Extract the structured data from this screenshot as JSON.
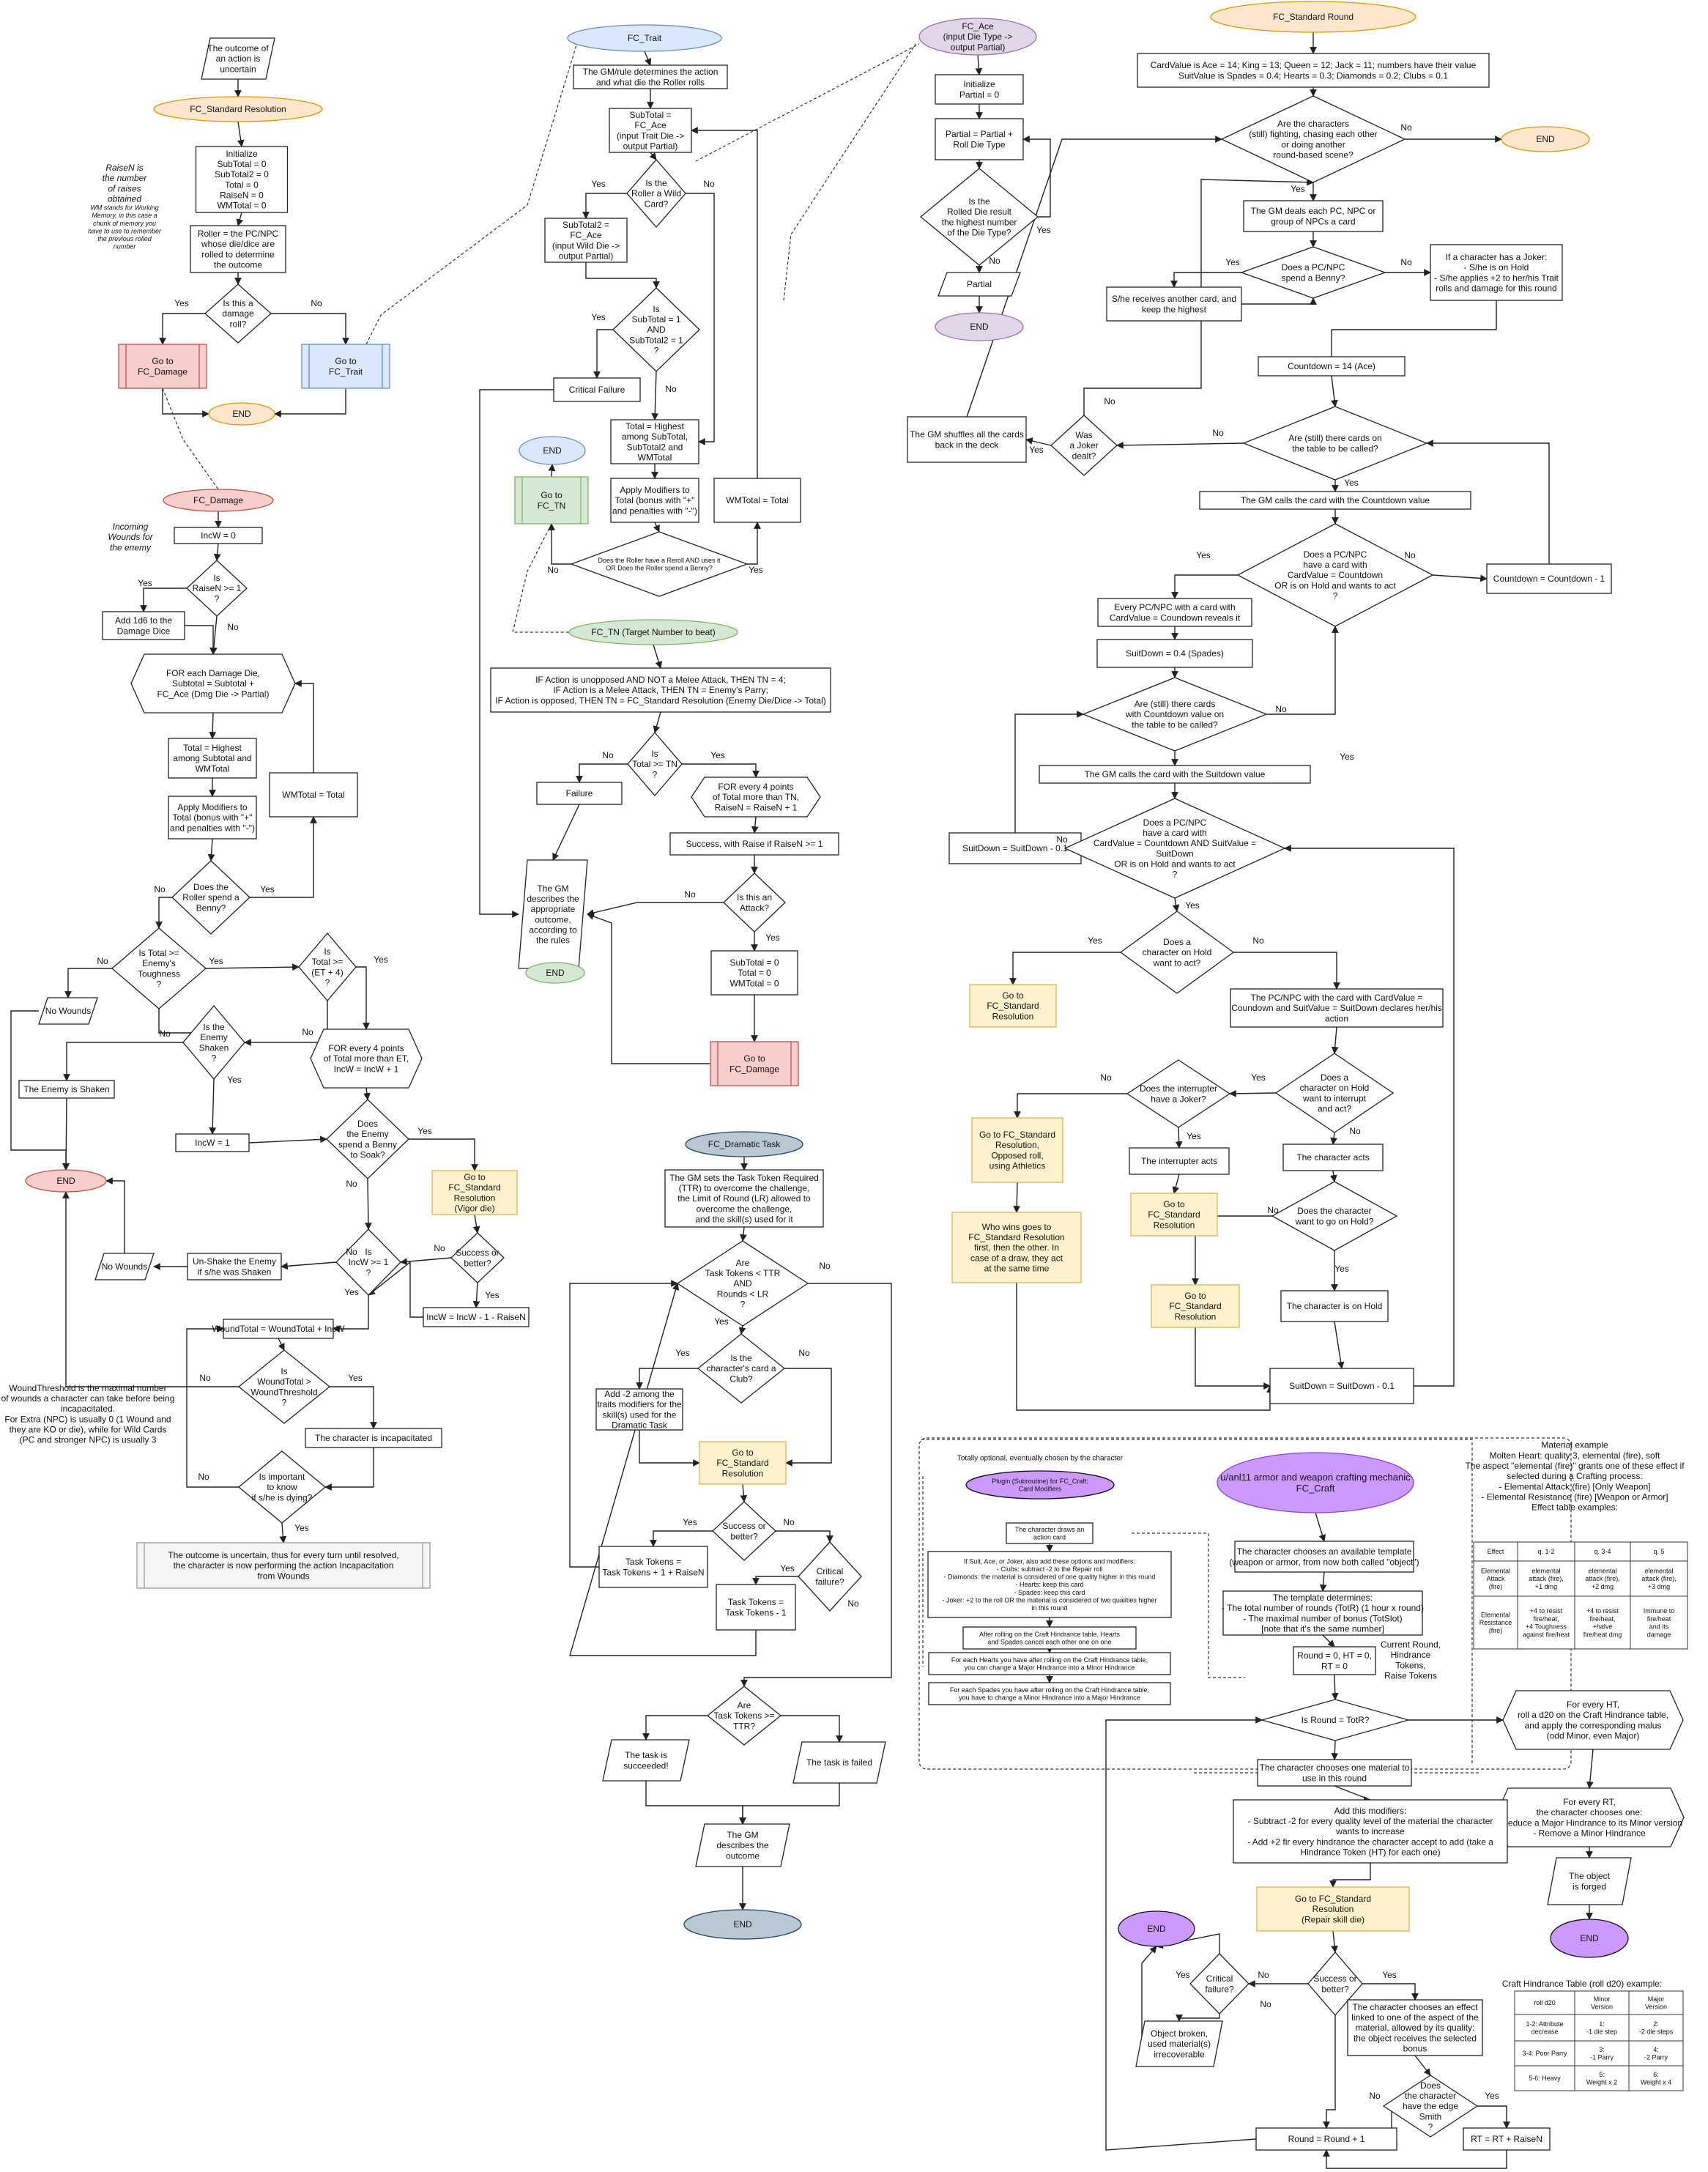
{
  "colors": {
    "line": "#222222",
    "box": "#ffffff",
    "start_orange": "#ffe6cc",
    "start_orange_stroke": "#d79b00",
    "blue": "#dae8fc",
    "blue_stroke": "#6c8ebf",
    "red": "#f8cecc",
    "red_stroke": "#b85450",
    "green": "#d5e8d4",
    "green_stroke": "#82b366",
    "yellow": "#fff2cc",
    "yellow_stroke": "#d6b656",
    "purple": "#e1d5e7",
    "purple_stroke": "#9673a6",
    "violet": "#cc99ff",
    "grey": "#bac8d3",
    "grey_stroke": "#23445d",
    "light_grey": "#f5f5f5"
  },
  "nodes": [
    {
      "id": "sr_io",
      "text": "The outcome of|an action is|uncertain"
    },
    {
      "id": "sr_title",
      "text": "FC_Standard Resolution"
    },
    {
      "id": "sr_note1",
      "text": "RaiseN is|the number|of raises|obtained"
    },
    {
      "id": "sr_note2",
      "text": "WM stands for Working|Memory, in this case a|chunk of memory you|have to use to remember|the previous rolled|number"
    },
    {
      "id": "sr_init",
      "text": "Initialize|SubTotal = 0|SubTotal2 = 0|Total = 0|RaiseN = 0|WMTotal = 0"
    },
    {
      "id": "sr_roller",
      "text": "Roller = the PC/NPC|whose die/dice are|rolled to determine|the outcome"
    },
    {
      "id": "sr_isdmg",
      "text": "Is this a|damage|roll?"
    },
    {
      "id": "sr_gotodmg",
      "text": "Go to|FC_Damage"
    },
    {
      "id": "sr_gototrait",
      "text": "Go to|FC_Trait"
    },
    {
      "id": "sr_end",
      "text": "END"
    },
    {
      "id": "dm_title",
      "text": "FC_Damage"
    },
    {
      "id": "dm_note",
      "text": "Incoming|Wounds for|the enemy"
    },
    {
      "id": "dm_incw0",
      "text": "IncW = 0"
    },
    {
      "id": "dm_raise1",
      "text": "Is|RaiseN >= 1|?"
    },
    {
      "id": "dm_add1d6",
      "text": "Add 1d6 to the|Damage Dice"
    },
    {
      "id": "dm_foreach",
      "text": "FOR each Damage Die,|Subtotal = Subtotal +|FC_Ace (Dmg Die -> Partial)"
    },
    {
      "id": "dm_total",
      "text": "Total = Highest|among Subtotal and|WMTotal"
    },
    {
      "id": "dm_wm",
      "text": "WMTotal = Total"
    },
    {
      "id": "dm_apply",
      "text": "Apply Modifiers to|Total (bonus with \"+\"|and penalties with \"-\")"
    },
    {
      "id": "dm_benny",
      "text": "Does the|Roller spend a|Benny?"
    },
    {
      "id": "dm_tough",
      "text": "Is Total >=|Enemy's|Toughness|?"
    },
    {
      "id": "dm_et4",
      "text": "Is|Total >=|(ET + 4)|?"
    },
    {
      "id": "dm_nowounds1",
      "text": "No Wounds"
    },
    {
      "id": "dm_shaken_q",
      "text": "Is the|Enemy|Shaken|?"
    },
    {
      "id": "dm_for4",
      "text": "FOR every 4 points|of Total more than ET,|IncW = IncW + 1"
    },
    {
      "id": "dm_isshaken",
      "text": "The Enemy is Shaken"
    },
    {
      "id": "dm_incw1",
      "text": "IncW = 1"
    },
    {
      "id": "dm_soak",
      "text": "Does|the Enemy|spend a Benny|to Soak?"
    },
    {
      "id": "dm_vigor",
      "text": "Go to|FC_Standard|Resolution|(Vigor die)"
    },
    {
      "id": "dm_end",
      "text": "END"
    },
    {
      "id": "dm_incw_q",
      "text": "Is|IncW >= 1|?"
    },
    {
      "id": "dm_success",
      "text": "Success or|better?"
    },
    {
      "id": "dm_unshake",
      "text": "Un-Shake the Enemy|if s/he was Shaken"
    },
    {
      "id": "dm_nowounds2",
      "text": "No Wounds"
    },
    {
      "id": "dm_incw_minus",
      "text": "IncW = IncW - 1 - RaiseN"
    },
    {
      "id": "dm_wtotal",
      "text": "WoundTotal = WoundTotal + IncW"
    },
    {
      "id": "dm_wt_q",
      "text": "Is|WoundTotal >|WoundThreshold|?"
    },
    {
      "id": "dm_wt_note",
      "text": "WoundThreshold is the maximal number|of wounds a character can take before being|incapacitated.|For Extra (NPC) is usually 0 (1 Wound and|they are KO or die), while for Wild Cards|(PC and stronger NPC) is usually 3"
    },
    {
      "id": "dm_incap",
      "text": "The character is incapacitated"
    },
    {
      "id": "dm_dying",
      "text": "Is important|to know|if s/he is dying?"
    },
    {
      "id": "dm_uncertain",
      "text": "The outcome is uncertain, thus for every turn until resolved,|the character is now performing the action Incapacitation|from Wounds"
    },
    {
      "id": "tr_title",
      "text": "FC_Trait"
    },
    {
      "id": "tr_gm",
      "text": "The GM/rule determines the action|and what die the Roller rolls"
    },
    {
      "id": "tr_sub",
      "text": "SubTotal =|FC_Ace|(input Trait Die ->|output Partial)"
    },
    {
      "id": "tr_wild",
      "text": "Is the|Roller a Wild|Card?"
    },
    {
      "id": "tr_sub2",
      "text": "SubTotal2 =|FC_Ace|(input Wild Die ->|output Partial)"
    },
    {
      "id": "tr_crit_q",
      "text": "Is|SubTotal = 1|AND|SubTotal2 = 1|?"
    },
    {
      "id": "tr_crit",
      "text": "Critical Failure"
    },
    {
      "id": "tr_total",
      "text": "Total = Highest|among SubTotal,|SubTotal2 and|WMTotal"
    },
    {
      "id": "tr_end",
      "text": "END"
    },
    {
      "id": "tr_gototn",
      "text": "Go to|FC_TN"
    },
    {
      "id": "tr_apply",
      "text": "Apply Modifiers to|Total (bonus with \"+\"|and penalties with \"-\")"
    },
    {
      "id": "tr_wm",
      "text": "WMTotal = Total"
    },
    {
      "id": "tr_reroll",
      "text": "Does the Roller have a Reroll AND uses it|OR Does the Roller spend a Benny?"
    },
    {
      "id": "tn_title",
      "text": "FC_TN (Target Number to beat)"
    },
    {
      "id": "tn_if",
      "text": "IF Action is unopposed AND NOT a Melee Attack, THEN TN = 4;|IF Action is a Melee Attack, THEN TN = Enemy's Parry;|IF Action is opposed, THEN TN = FC_Standard Resolution (Enemy Die/Dice -> Total)"
    },
    {
      "id": "tn_q",
      "text": "Is|Total >= TN|?"
    },
    {
      "id": "tn_fail",
      "text": "Failure"
    },
    {
      "id": "tn_for4",
      "text": "FOR every 4 points|of Total more than TN,|RaiseN = RaiseN + 1"
    },
    {
      "id": "tn_success",
      "text": "Success, with Raise if RaiseN >= 1"
    },
    {
      "id": "tn_gm",
      "text": "The GM|describes the|appropriate|outcome,|according to|the rules"
    },
    {
      "id": "tn_attack",
      "text": "Is this an|Attack?"
    },
    {
      "id": "tn_end",
      "text": "END"
    },
    {
      "id": "tn_reset",
      "text": "SubTotal = 0|Total = 0|WMTotal = 0"
    },
    {
      "id": "tn_gotodmg",
      "text": "Go to|FC_Damage"
    },
    {
      "id": "ace_title",
      "text": "FC_Ace|(input Die Type ->|output Partial)"
    },
    {
      "id": "ace_init",
      "text": "Initialize|Partial = 0"
    },
    {
      "id": "ace_partial",
      "text": "Partial = Partial +|Roll Die Type"
    },
    {
      "id": "ace_q",
      "text": "Is the|Rolled Die result|the highest number|of the Die Type?"
    },
    {
      "id": "ace_out",
      "text": "Partial"
    },
    {
      "id": "ace_end",
      "text": "END"
    },
    {
      "id": "rd_title",
      "text": "FC_Standard Round"
    },
    {
      "id": "rd_values",
      "text": "CardValue is Ace = 14; King = 13; Queen = 12; Jack = 11; numbers have their value|SuitValue is Spades = 0.4; Hearts = 0.3; Diamonds = 0.2; Clubs = 0.1"
    },
    {
      "id": "rd_fight",
      "text": "Are the characters|(still) fighting, chasing each other|or doing another|round-based scene?"
    },
    {
      "id": "rd_end",
      "text": "END"
    },
    {
      "id": "rd_deal",
      "text": "The GM deals each PC, NPC or|group of NPCs a card"
    },
    {
      "id": "rd_benny",
      "text": "Does a PC/NPC|spend a Benny?"
    },
    {
      "id": "rd_another",
      "text": "S/he receives another card, and|keep the highest"
    },
    {
      "id": "rd_joker",
      "text": "If a character has a Joker:|- S/he is on Hold|- S/he applies +2 to her/his Trait|rolls and damage for this round"
    },
    {
      "id": "rd_countdown",
      "text": "Countdown = 14 (Ace)"
    },
    {
      "id": "rd_shuffle",
      "text": "The GM shuffles all the cards|back in the deck"
    },
    {
      "id": "rd_joker_q",
      "text": "Was|a Joker|dealt?"
    },
    {
      "id": "rd_still",
      "text": "Are (still) there cards on|the table to be called?"
    },
    {
      "id": "rd_call",
      "text": "The GM calls the card with the Countdown value"
    },
    {
      "id": "rd_has",
      "text": "Does a PC/NPC|have a card with|CardValue = Countdown|OR is on Hold and wants to act|?"
    },
    {
      "id": "rd_cd_minus",
      "text": "Countdown = Countdown - 1"
    },
    {
      "id": "rd_reveal",
      "text": "Every PC/NPC with a card with|CardValue = Coundown reveals it"
    },
    {
      "id": "rd_suit",
      "text": "SuitDown = 0.4 (Spades)"
    },
    {
      "id": "rd_still_cd",
      "text": "Are (still) there cards|with Countdown value on|the table to be called?"
    },
    {
      "id": "rd_call_suit",
      "text": "The GM calls the card with the Suitdown value"
    },
    {
      "id": "rd_sd_minus",
      "text": "SuitDown = SuitDown - 0.1"
    },
    {
      "id": "rd_has2",
      "text": "Does a PC/NPC|have a card with|CardValue = Countdown AND SuitValue =|SuitDown|OR is on Hold and wants to act|?"
    },
    {
      "id": "rd_hold_q",
      "text": "Does a|character on Hold|want to act?"
    },
    {
      "id": "rd_gotosr1",
      "text": "Go to|FC_Standard|Resolution"
    },
    {
      "id": "rd_declares",
      "text": "The PC/NPC with the card with CardValue =|Coundown and SuitValue = SuitDown declares her/his|action"
    },
    {
      "id": "rd_joker2",
      "text": "Does the interrupter|have a Joker?"
    },
    {
      "id": "rd_interrupt",
      "text": "Does a|character on Hold|want to interrupt|and act?"
    },
    {
      "id": "rd_gotosr2",
      "text": "Go to FC_Standard|Resolution,|Opposed roll,|using Athletics"
    },
    {
      "id": "rd_interrupter",
      "text": "The interrupter acts"
    },
    {
      "id": "rd_acts",
      "text": "The character acts"
    },
    {
      "id": "rd_gotosr3",
      "text": "Go to|FC_Standard|Resolution"
    },
    {
      "id": "rd_who",
      "text": "Who wins goes to|FC_Standard Resolution|first, then the other. In|case of a draw, they act|at the same time"
    },
    {
      "id": "rd_hold2",
      "text": "Does the character|want to go on Hold?"
    },
    {
      "id": "rd_gotosr4",
      "text": "Go to|FC_Standard|Resolution"
    },
    {
      "id": "rd_onhold",
      "text": "The character is on Hold"
    },
    {
      "id": "rd_sd_minus2",
      "text": "SuitDown = SuitDown - 0.1"
    },
    {
      "id": "dt_title",
      "text": "FC_Dramatic Task"
    },
    {
      "id": "dt_gm",
      "text": "The GM sets the Task Token Required|(TTR) to overcome the challenge,|the Limit of Round (LR) allowed to|overcome the challenge,|and the skill(s) used for it"
    },
    {
      "id": "dt_q",
      "text": "Are|Task Tokens < TTR|AND|Rounds < LR|?"
    },
    {
      "id": "dt_club",
      "text": "Is the|character's card a|Club?"
    },
    {
      "id": "dt_add",
      "text": "Add -2 among the|traits modifiers for the|skill(s) used for the|Dramatic Task"
    },
    {
      "id": "dt_gotosr",
      "text": "Go to|FC_Standard|Resolution"
    },
    {
      "id": "dt_success",
      "text": "Success or|better?"
    },
    {
      "id": "dt_crit",
      "text": "Critical|failure?"
    },
    {
      "id": "dt_plus",
      "text": "Task Tokens =|Task Tokens + 1 + RaiseN"
    },
    {
      "id": "dt_minus",
      "text": "Task Tokens =|Task Tokens - 1"
    },
    {
      "id": "dt_q2",
      "text": "Are|Task Tokens >=|TTR?"
    },
    {
      "id": "dt_succeeded",
      "text": "The task is|succeeded!"
    },
    {
      "id": "dt_failed",
      "text": "The task is failed"
    },
    {
      "id": "dt_describes",
      "text": "The GM|describes the|outcome"
    },
    {
      "id": "dt_end",
      "text": "END"
    },
    {
      "id": "cr_optional",
      "text": "Totally optional, eventually chosen by the character"
    },
    {
      "id": "cr_plugin",
      "text": "Plugin (Subroutine) for FC_Craft:|Card Modifiers"
    },
    {
      "id": "cr_draws",
      "text": "The character draws an|action card"
    },
    {
      "id": "cr_suit",
      "text": "If Suit, Ace, or Joker, also add these options and modifiers:|- Clubs: subtract -2 to the Repair roll|- Diamonds: the material is considered of one quality higher in this round|- Hearts: keep this card|- Spades: keep this card|- Joker: +2 to the roll OR the material is considered of two qualities higher|in this round"
    },
    {
      "id": "cr_after",
      "text": "After rolling on the Craft Hindrance table, Hearts|and Spades cancel each other one on one"
    },
    {
      "id": "cr_hearts",
      "text": "For each Hearts you have after rolling on the Craft Hindrance table,|you can change a Major Hindrance into a Minor Hindrance"
    },
    {
      "id": "cr_spades",
      "text": "For each Spades you have after rolling on the Craft Hindrance table,|you have to change a Minor Hindrance into a Major Hindrance"
    },
    {
      "id": "cr_title",
      "text": "u/anl11 armor and weapon crafting mechanic|FC_Craft"
    },
    {
      "id": "cr_template",
      "text": "The character chooses an available template|(weapon or armor, from now both called \"object\")"
    },
    {
      "id": "cr_determines",
      "text": "The template determines:|- The total number of rounds (TotR) (1 hour x round)|- The maximal number of bonus (TotSlot)|[note that it's the same number]"
    },
    {
      "id": "cr_round0",
      "text": "Round = 0, HT = 0,|RT = 0"
    },
    {
      "id": "cr_current",
      "text": "Current Round,|Hindrance|Tokens,|Raise Tokens"
    },
    {
      "id": "cr_roundq",
      "text": "Is Round = TotR?"
    },
    {
      "id": "cr_every_ht",
      "text": "For every HT,|roll a d20 on the Craft Hindrance table,|and apply the corresponding malus|(odd Minor, even Major)"
    },
    {
      "id": "cr_material",
      "text": "The character chooses one material to|use in this round"
    },
    {
      "id": "cr_every_rt",
      "text": "For every RT,|the character chooses one:|- Reduce a Major Hindrance to its Minor version|- Remove a Minor Hindrance"
    },
    {
      "id": "cr_mods",
      "text": "Add this modifiers:|- Subtract -2 for every quality level of the material the character|wants to increase|- Add +2 fir every hindrance the character accept to add (take a|Hindrance Token (HT) for each one)"
    },
    {
      "id": "cr_forged",
      "text": "The object|is forged"
    },
    {
      "id": "cr_end",
      "text": "END"
    },
    {
      "id": "cr_gotosr",
      "text": "Go to FC_Standard|Resolution|(Repair skill die)"
    },
    {
      "id": "cr_end2",
      "text": "END"
    },
    {
      "id": "cr_crit",
      "text": "Critical|failure?"
    },
    {
      "id": "cr_success",
      "text": "Success or|better?"
    },
    {
      "id": "cr_broken",
      "text": "Object broken,|used material(s)|irrecoverable"
    },
    {
      "id": "cr_effect",
      "text": "The character chooses an effect|linked to one of the aspect of the|material, allowed by its quality:|the object receives the selected|bonus"
    },
    {
      "id": "cr_smith",
      "text": "Does|the character|have the edge|Smith|?"
    },
    {
      "id": "cr_round_plus",
      "text": "Round = Round + 1"
    },
    {
      "id": "cr_rt_plus",
      "text": "RT = RT + RaiseN"
    },
    {
      "id": "mat_example",
      "text": "Material example|Molten Heart: quality 3, elemental (fire), soft|The aspect \"elemental (fire)\" grants one of these effect if|selected during a Crafting process:|- Elemental Attack (fire) [Only Weapon]|- Elemental Resistance (fire) [Weapon or Armor]|Effect table examples:"
    },
    {
      "id": "hind_title",
      "text": "Craft Hindrance Table (roll d20) example:"
    }
  ],
  "labels": {
    "yes": "Yes",
    "no": "No"
  },
  "effect_table": {
    "header": [
      "Effect",
      "q. 1-2",
      "q. 3-4",
      "q. 5"
    ],
    "rows": [
      [
        "Elemental|Attack|(fire)",
        "elemental|attack (fire),|+1 dmg",
        "elemental|attack (fire),|+2 dmg",
        "elemental|attack (fire),|+3 dmg"
      ],
      [
        "Elemental|Resistance|(fire)",
        "+4 to resist|fire/heat,|+4 Toughness|against fire/heat",
        "+4 to resist|fire/heat,|+halve|fire/heat dmg",
        "Immune to|fire/heat|and its|damage"
      ]
    ]
  },
  "hindrance_table": {
    "header": [
      "roll d20",
      "Minor|Version",
      "Major|Version"
    ],
    "rows": [
      [
        "1-2: Attribute|decrease",
        "1:|-1 die step",
        "2:|-2 die steps"
      ],
      [
        "3-4: Poor Parry",
        "3:|-1 Parry",
        "4:|-2 Parry"
      ],
      [
        "5-6: Heavy",
        "5:|Weight x 2",
        "6:|Weight x 4"
      ]
    ]
  }
}
